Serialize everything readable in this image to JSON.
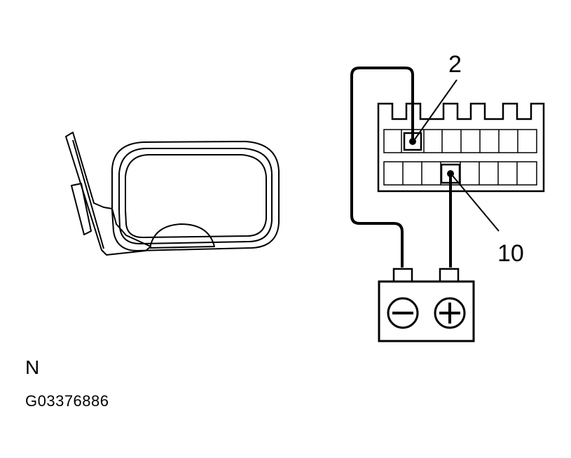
{
  "callouts": {
    "terminal_upper": "2",
    "terminal_lower": "10"
  },
  "battery": {
    "negative_symbol": "minus-sign",
    "positive_symbol": "plus-sign"
  },
  "caption": {
    "view_letter": "N",
    "figure_code": "G03376886"
  },
  "colors": {
    "ink": "#000000",
    "background": "#ffffff"
  }
}
